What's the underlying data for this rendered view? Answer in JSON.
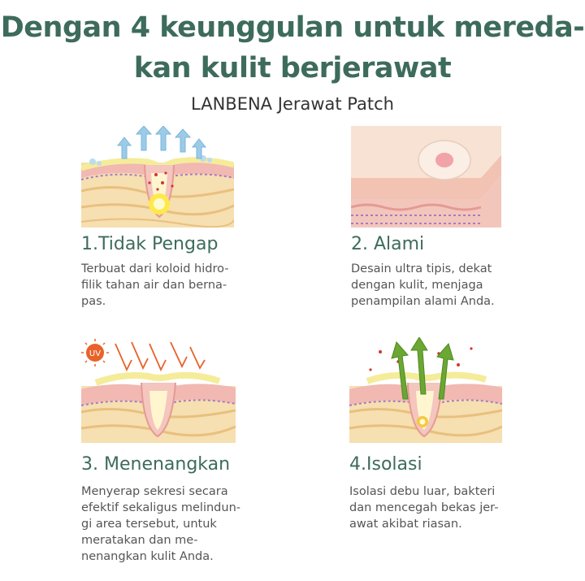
{
  "header": {
    "title_line1": "Dengan 4 keunggulan untuk mereda-",
    "title_line2": "kan kulit berjerawat",
    "subtitle": "LANBENA Jerawat Patch"
  },
  "features": [
    {
      "title": "1.Tidak Pengap",
      "desc": [
        "Terbuat dari koloid hidro-",
        "filik tahan air dan berna-",
        "pas."
      ],
      "icon": "breathable-skin-illustration"
    },
    {
      "title": "2. Alami",
      "desc": [
        "Desain ultra tipis, dekat",
        "dengan kulit, menjaga",
        "penampilan alami Anda."
      ],
      "icon": "thin-patch-on-skin-illustration"
    },
    {
      "title": "3. Menenangkan",
      "desc": [
        "Menyerap sekresi secara",
        "efektif sekaligus melindun-",
        "gi area tersebut, untuk",
        "meratakan dan me-",
        "nenangkan kulit Anda."
      ],
      "uv_label": "UV",
      "icon": "uv-protection-skin-illustration"
    },
    {
      "title": "4.Isolasi",
      "desc": [
        "Isolasi debu luar, bakteri",
        "dan mencegah bekas jer-",
        "awat akibat riasan."
      ],
      "icon": "isolation-skin-illustration"
    }
  ],
  "colors": {
    "heading": "#3d6b5c",
    "body_text": "#555555",
    "skin_pink": "#f2b8b2",
    "fat_layer": "#f6dfb0",
    "patch_yellow": "#f5ec9a",
    "arrow_blue": "#9ccbe8",
    "arrow_green": "#6aa733",
    "uv_orange": "#e8622a"
  }
}
